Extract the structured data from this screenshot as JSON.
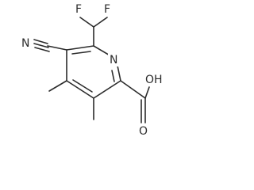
{
  "labels": {
    "fluorine_left": "F",
    "fluorine_right": "F",
    "nitrogen_ring": "N",
    "nitrogen_nitrile": "N",
    "hydroxyl": "OH",
    "carbonyl_oxygen": "O"
  },
  "colors": {
    "ink": "#2b2b2b",
    "background": "#ffffff"
  }
}
